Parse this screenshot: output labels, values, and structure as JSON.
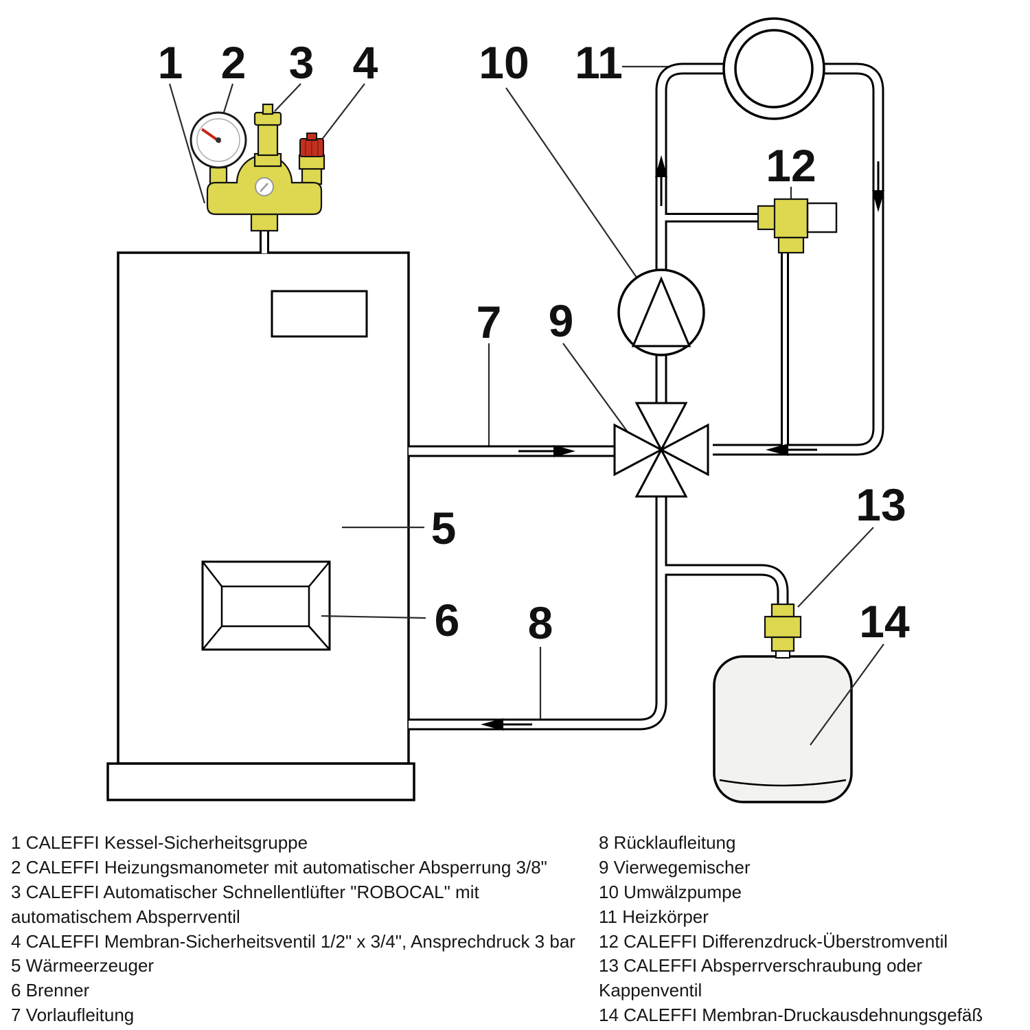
{
  "callouts": {
    "n1": "1",
    "n2": "2",
    "n3": "3",
    "n4": "4",
    "n5": "5",
    "n6": "6",
    "n7": "7",
    "n8": "8",
    "n9": "9",
    "n10": "10",
    "n11": "11",
    "n12": "12",
    "n13": "13",
    "n14": "14"
  },
  "legend": {
    "left": [
      "1 CALEFFI Kessel-Sicherheitsgruppe",
      "2 CALEFFI Heizungsmanometer mit automatischer Absperrung 3/8\"",
      "3 CALEFFI Automatischer Schnellentlüfter \"ROBOCAL\" mit automatischem Absperrventil",
      "4 CALEFFI Membran-Sicherheitsventil 1/2\" x 3/4\", Ansprechdruck 3 bar",
      "5 Wärmeerzeuger",
      "6 Brenner",
      "7 Vorlaufleitung"
    ],
    "right": [
      "8 Rücklaufleitung",
      "9 Vierwegemischer",
      "10 Umwälzpumpe",
      "11 Heizkörper",
      "12 CALEFFI Differenzdruck-Überstromventil",
      "13 CALEFFI Absperrverschraubung oder Kappenventil",
      "14 CALEFFI Membran-Druckausdehnungsgefäß"
    ]
  },
  "colors": {
    "brass": "#ddd84f",
    "red_cap": "#c4301f",
    "needle_red": "#c92418",
    "vessel_fill": "#f2f2f0"
  }
}
